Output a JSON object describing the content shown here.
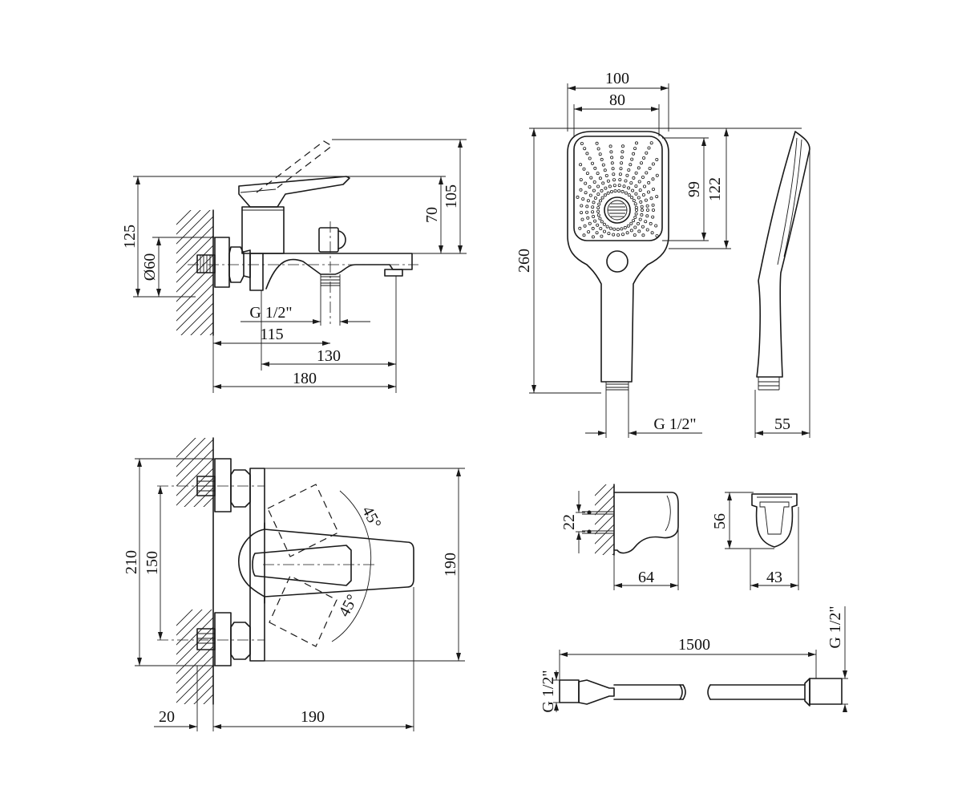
{
  "colors": {
    "line": "#1a1a1a",
    "background": "#ffffff"
  },
  "side_view": {
    "dim_overall_height": "125",
    "dim_diameter": "Ø60",
    "dim_lever_height": "105",
    "dim_body_height": "70",
    "dim_thread": "G 1/2\"",
    "dim_outlet": "115",
    "dim_spout": "130",
    "dim_overall_depth": "180"
  },
  "top_view": {
    "dim_width": "210",
    "dim_centers": "150",
    "dim_body": "190",
    "angle_upper": "45°",
    "angle_lower": "45°",
    "dim_eccentric": "20",
    "dim_projection": "190"
  },
  "hand_shower": {
    "dim_width": "100",
    "dim_face": "80",
    "dim_face_height": "99",
    "dim_head_height": "122",
    "dim_length": "260",
    "dim_thread": "G 1/2\"",
    "dim_thickness": "55"
  },
  "holder": {
    "dim_screws": "22",
    "dim_depth": "64",
    "dim_height": "56",
    "dim_width": "43"
  },
  "hose": {
    "dim_length": "1500",
    "dim_thread_left": "G 1/2\"",
    "dim_thread_right": "G 1/2\""
  }
}
